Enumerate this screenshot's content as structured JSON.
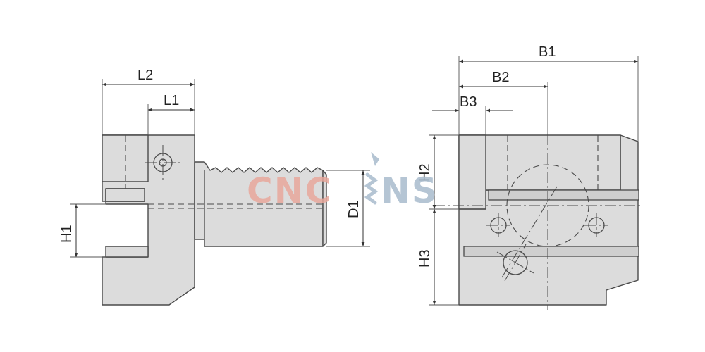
{
  "dimensions": {
    "L2": "L2",
    "L1": "L1",
    "H1": "H1",
    "D1": "D1",
    "B1": "B1",
    "B2": "B2",
    "B3": "B3",
    "H2": "H2",
    "H3": "H3"
  },
  "watermark": {
    "text_left": "CNC",
    "text_right": "NS",
    "color_left": "#e8a89c",
    "color_right": "#a9bccd"
  },
  "colors": {
    "part_fill": "#dcdcdc",
    "line": "#4a4a4a"
  }
}
